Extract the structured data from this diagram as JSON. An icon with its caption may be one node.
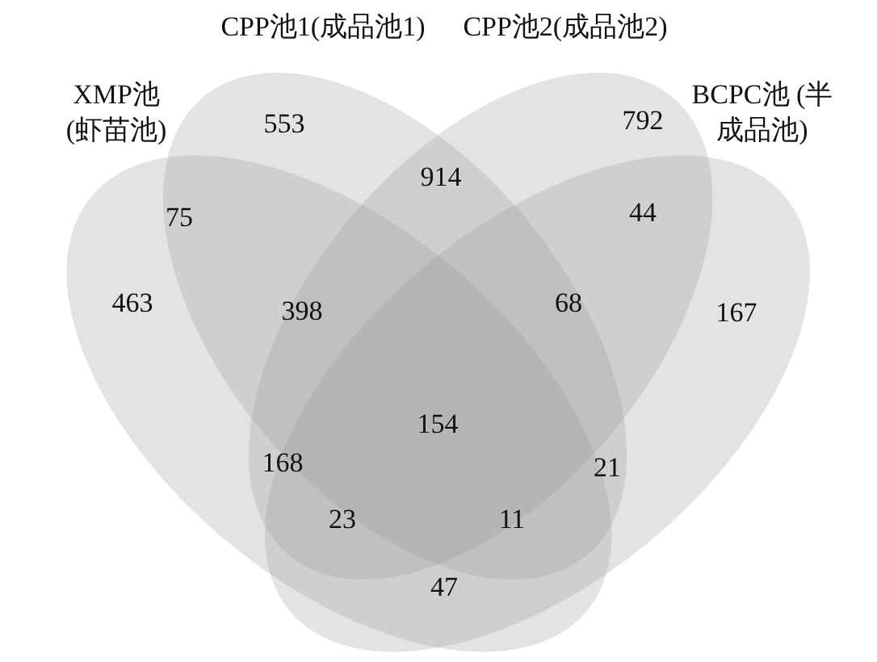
{
  "diagram": {
    "nodes": [
      {
        "text": [
          "XMP池 (虾苗池)"
        ]
      },
      {
        "text": [
          "CPP池1(成品池1)"
        ]
      },
      {
        "text": [
          "CPP池2(成品池2)"
        ]
      },
      {
        "text": [
          "BCPC池 (半成品池)"
        ]
      }
    ],
    "edges": [],
    "labels": [
      "553",
      "792",
      "914",
      "75",
      "44",
      "463",
      "398",
      "68",
      "167",
      "154",
      "168",
      "21",
      "23",
      "11",
      "47"
    ]
  }
}
